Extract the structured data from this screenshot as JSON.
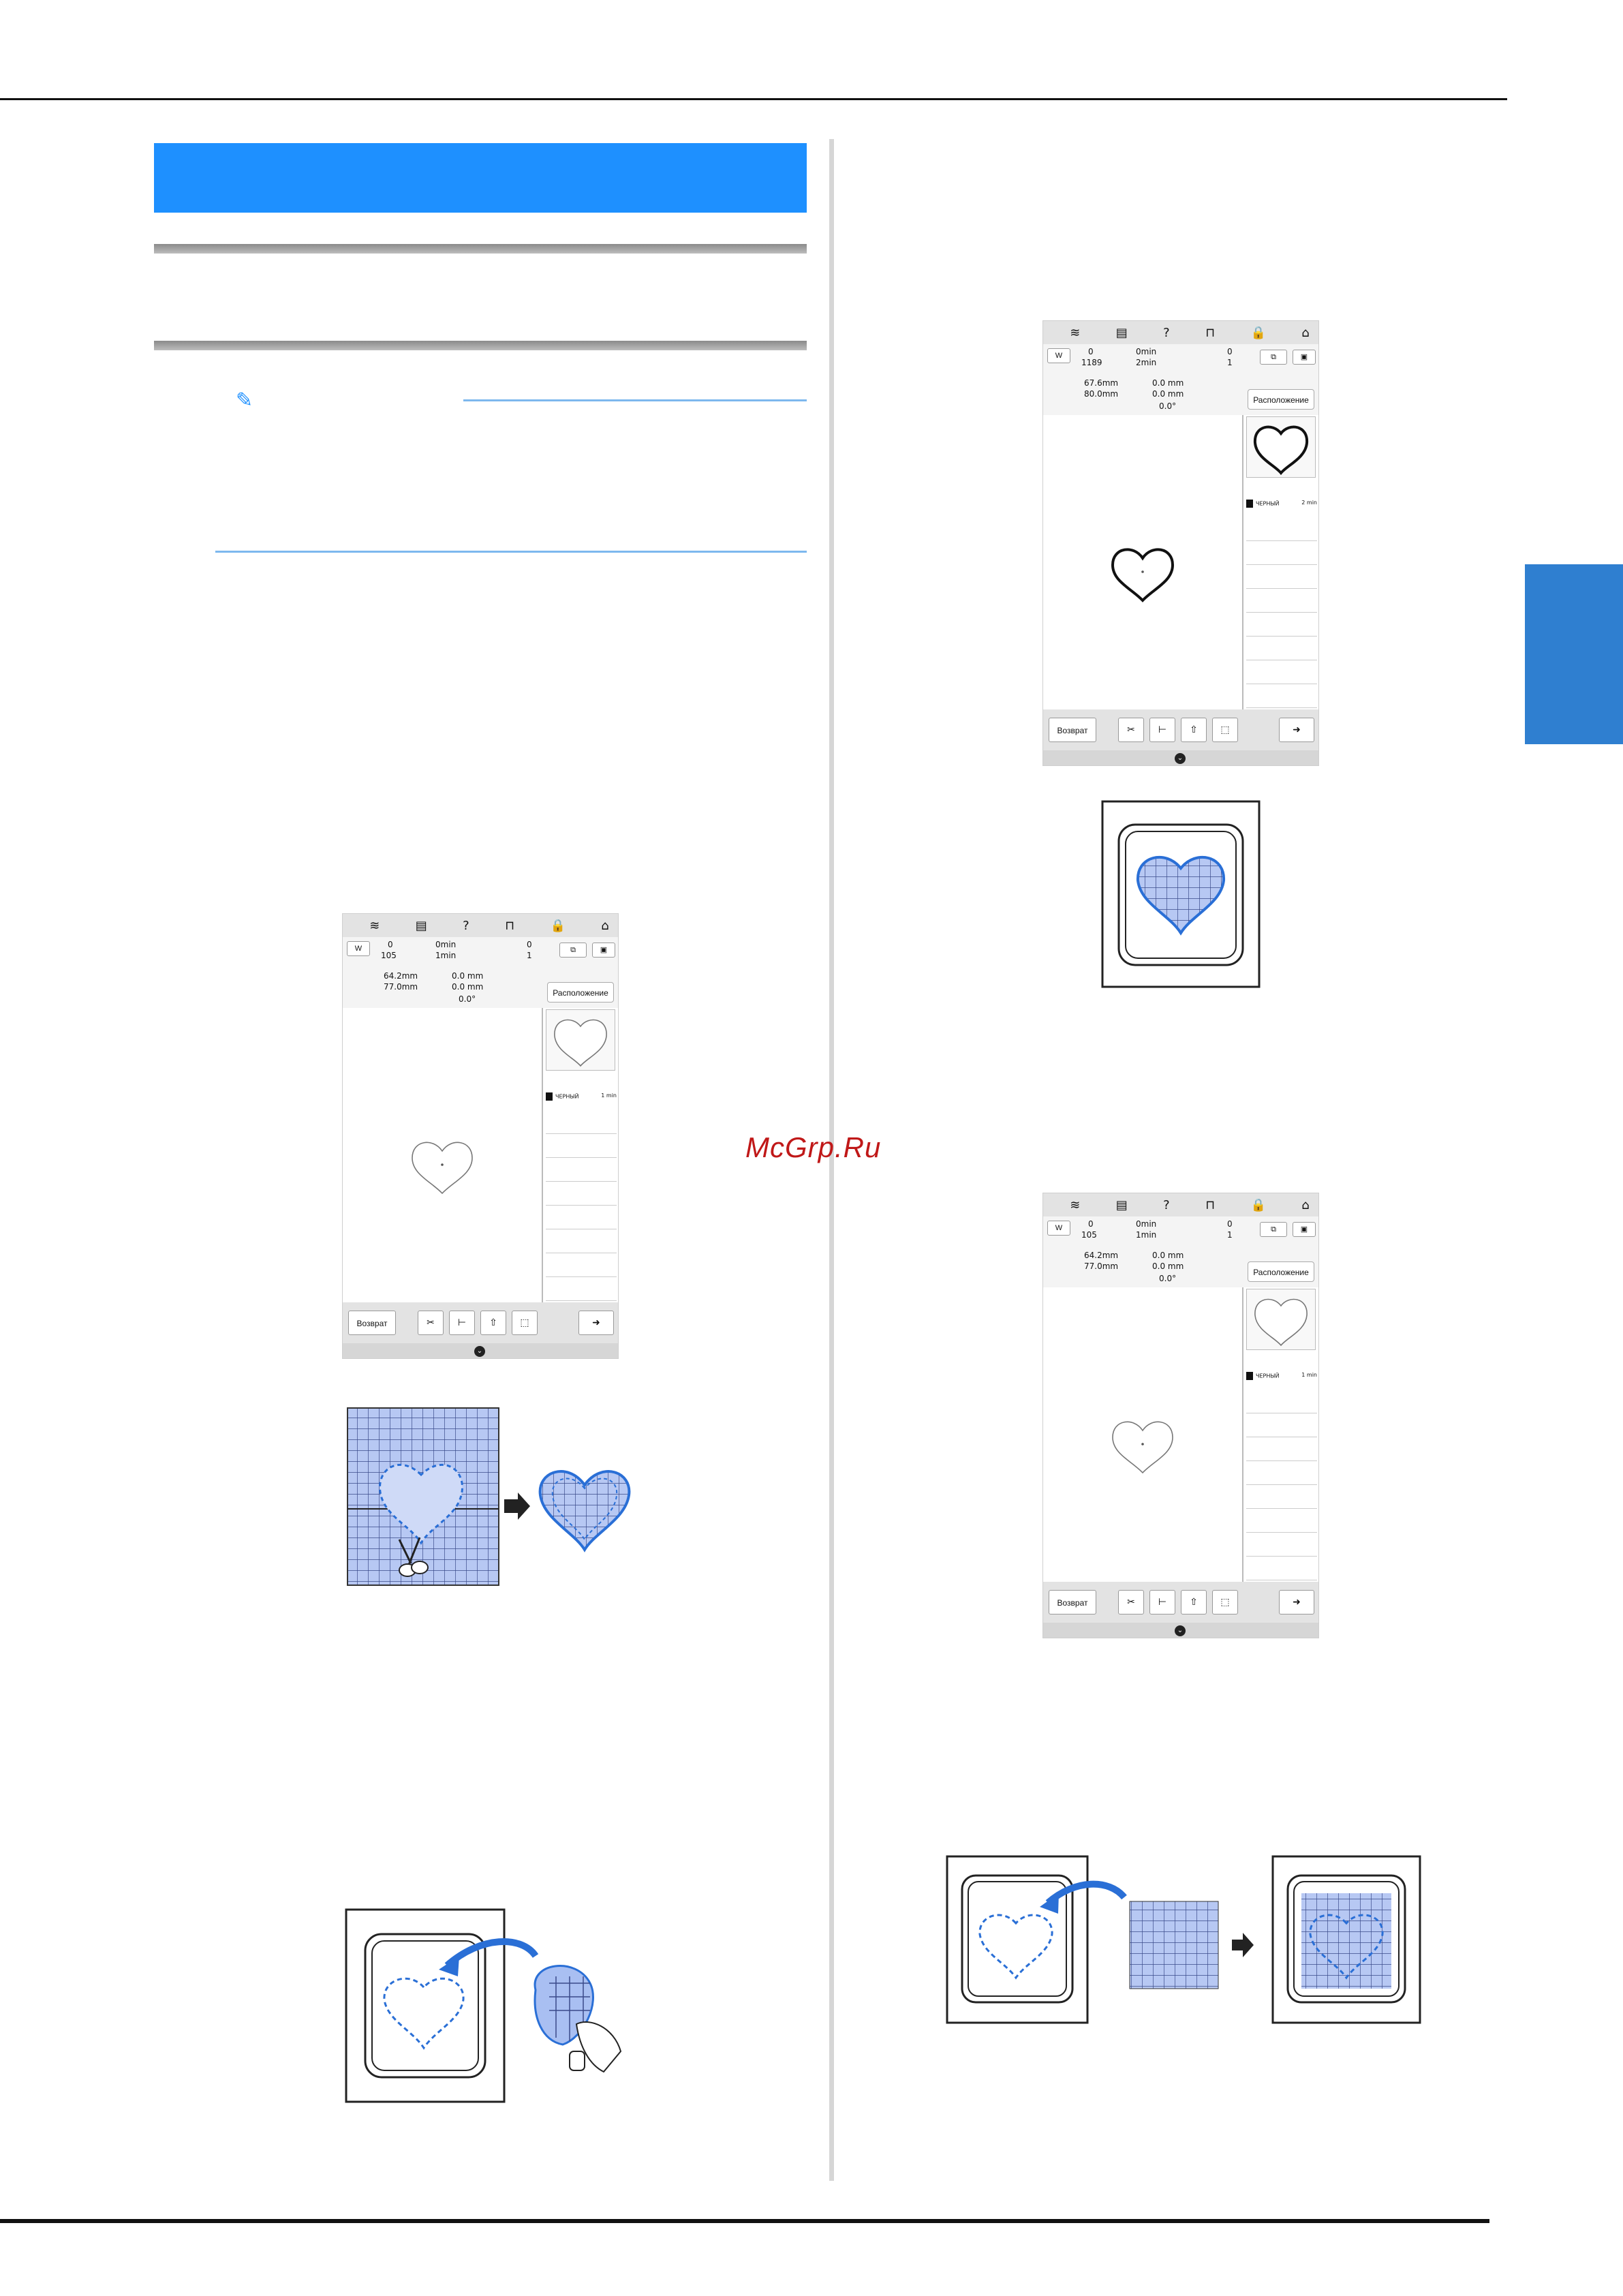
{
  "watermark": "McGrp.Ru",
  "screens": [
    {
      "top_icons": [
        "wifi-icon",
        "page-icon",
        "help-icon",
        "bobbin-icon",
        "lock-icon",
        "home-icon"
      ],
      "stitch_count_top": "0",
      "stitch_count_bottom": "105",
      "time_top": "0min",
      "time_bottom": "1min",
      "color_top": "0",
      "color_bottom": "1",
      "width": "64.2mm",
      "height": "77.0mm",
      "offset_v": "0.0 mm",
      "offset_h": "0.0 mm",
      "angle": "0.0°",
      "placement_label": "Расположение",
      "thread_name": "ЧЕРНЫЙ",
      "thread_time": "1 min",
      "return_label": "Возврат"
    },
    {
      "top_icons": [
        "wifi-icon",
        "page-icon",
        "help-icon",
        "bobbin-icon",
        "lock-icon",
        "home-icon"
      ],
      "stitch_count_top": "0",
      "stitch_count_bottom": "1189",
      "time_top": "0min",
      "time_bottom": "2min",
      "color_top": "0",
      "color_bottom": "1",
      "width": "67.6mm",
      "height": "80.0mm",
      "offset_v": "0.0 mm",
      "offset_h": "0.0 mm",
      "angle": "0.0°",
      "placement_label": "Расположение",
      "thread_name": "ЧЕРНЫЙ",
      "thread_time": "2 min",
      "return_label": "Возврат"
    },
    {
      "top_icons": [
        "wifi-icon",
        "page-icon",
        "help-icon",
        "bobbin-icon",
        "lock-icon",
        "home-icon"
      ],
      "stitch_count_top": "0",
      "stitch_count_bottom": "105",
      "time_top": "0min",
      "time_bottom": "1min",
      "color_top": "0",
      "color_bottom": "1",
      "width": "64.2mm",
      "height": "77.0mm",
      "offset_v": "0.0 mm",
      "offset_h": "0.0 mm",
      "angle": "0.0°",
      "placement_label": "Расположение",
      "thread_name": "ЧЕРНЫЙ",
      "thread_time": "1 min",
      "return_label": "Возврат"
    }
  ],
  "colors": {
    "banner_blue": "#1e90ff",
    "side_tab_blue": "#2f7fd0",
    "fabric_blue": "#a9bff2",
    "outline_blue": "#2a6fd6"
  }
}
